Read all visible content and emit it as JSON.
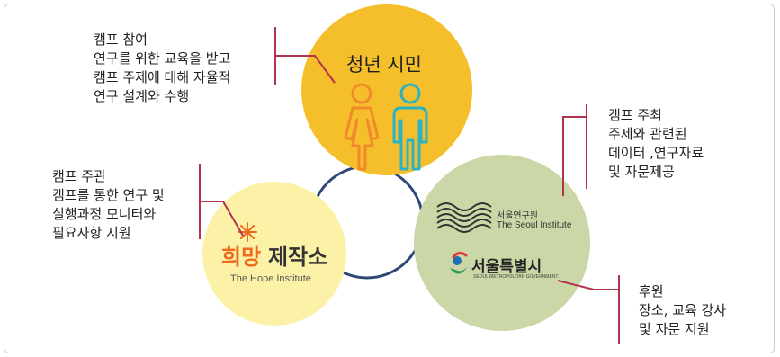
{
  "colors": {
    "accent_line": "#b2334c",
    "circle_youth": "#f5bf2c",
    "circle_hope": "#fbf2a8",
    "circle_seoul": "#cbd7a6",
    "ring": "#2f4877",
    "frame": "#b9d3ea",
    "icon_woman": "#f08a2b",
    "icon_man": "#2bb3c3",
    "hope_orange": "#ef6a1c"
  },
  "circles": {
    "youth": {
      "label": "청년 시민",
      "icons": [
        "woman-icon",
        "man-icon"
      ]
    },
    "hope": {
      "logo_text_a": "희망",
      "logo_text_b": "제작소",
      "logo_subtitle": "The Hope Institute"
    },
    "seoul": {
      "institute_kr": "서울연구원",
      "institute_en": "The Seoul Institute",
      "city_kr": "서울특별시",
      "city_en": "SEOUL METROPOLITAN GOVERNMENT"
    }
  },
  "callouts": {
    "participation": {
      "title": "캠프 참여",
      "lines": [
        "연구를 위한 교육을 받고",
        "캠프 주제에 대해 자율적",
        "연구 설계와 수행"
      ]
    },
    "organizer": {
      "title": "캠프 주관",
      "lines": [
        "캠프를 통한 연구 및",
        "실행과정 모니터와",
        "필요사항 지원"
      ]
    },
    "host": {
      "title": "캠프 주최",
      "lines": [
        "주제와 관련된",
        "데이터 ,연구자료",
        "및 자문제공"
      ]
    },
    "sponsor": {
      "title": "후원",
      "lines": [
        "장소, 교육 강사",
        "및 자문 지원"
      ]
    }
  }
}
